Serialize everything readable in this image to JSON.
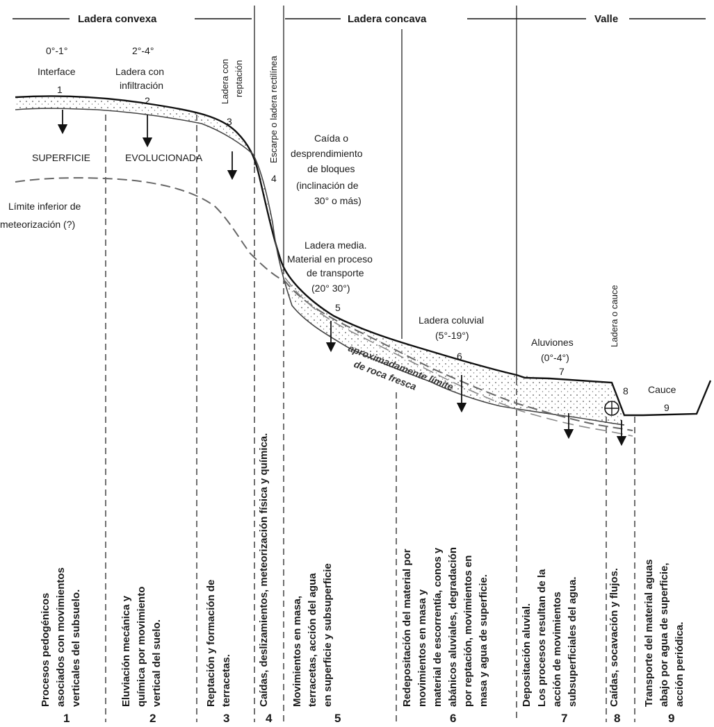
{
  "headers": {
    "convex": "Ladera convexa",
    "concave": "Ladera concava",
    "valley": "Valle"
  },
  "top_labels": {
    "z1_angle": "0°-1°",
    "z1_name": "Interface",
    "z1_num": "1",
    "z2_angle": "2°-4°",
    "z2_name_a": "Ladera con",
    "z2_name_b": "infiltración",
    "z2_num": "2",
    "z3_name_a": "Ladera con",
    "z3_name_b": "reptación",
    "z3_num": "3",
    "z4_name": "Escarpe o ladera rectilínea",
    "z4_num": "4",
    "fall_1": "Caída o",
    "fall_2": "desprendimiento",
    "fall_3": "de bloques",
    "fall_4": "(inclinación de",
    "fall_5": "30° o más)",
    "surf_1": "SUPERFICIE",
    "surf_2": "EVOLUCIONADA",
    "limit_1": "Límite inferior de",
    "limit_2": "meteorización (?)",
    "mid_1": "Ladera media.",
    "mid_2": "Material en proceso",
    "mid_3": "de transporte",
    "mid_4": "(20° 30°)",
    "z5_num": "5",
    "col_1": "Ladera coluvial",
    "col_2": "(5°-19°)",
    "z6_num": "6",
    "rock_1": "aproximadamente límite",
    "rock_2": "de roca fresca",
    "alu_1": "Aluviones",
    "alu_2": "(0°-4°)",
    "z7_num": "7",
    "z8_name": "Ladera o cauce",
    "z8_num": "8",
    "cauce": "Cauce",
    "z9_num": "9"
  },
  "zones": [
    {
      "number": "1",
      "lines": [
        "Procesos pedogénicos",
        "asociados con movimientos",
        "verticales del subsuelo."
      ]
    },
    {
      "number": "2",
      "lines": [
        "Eluviación mecánica y",
        "química por movimiento",
        "vertical del suelo."
      ]
    },
    {
      "number": "3",
      "lines": [
        "Reptación y formación de",
        "terracetas."
      ]
    },
    {
      "number": "4",
      "lines": [
        "Caídas, deslizamientos, meteorización física y química."
      ]
    },
    {
      "number": "5",
      "lines": [
        "Movimientos en masa,",
        "terracetas, acción del agua",
        "en superficie y subsuperficie"
      ]
    },
    {
      "number": "6",
      "lines": [
        "Redepositación del material por",
        "movimientos en masa y",
        "material de escorrentía, conos y",
        "abánicos aluviales, degradación",
        "por reptación, movimientos en",
        "masa y agua de superficie."
      ]
    },
    {
      "number": "7",
      "lines": [
        "Depositación aluvial.",
        "Los procesos resultan de la",
        "acción de movimientos",
        "subsuperficiales del agua."
      ]
    },
    {
      "number": "8",
      "lines": [
        "Caídas, socavación y flujos."
      ]
    },
    {
      "number": "9",
      "lines": [
        "Transporte del material aguas",
        "abajo por agua de superficie,",
        "acción periódica."
      ]
    }
  ]
}
